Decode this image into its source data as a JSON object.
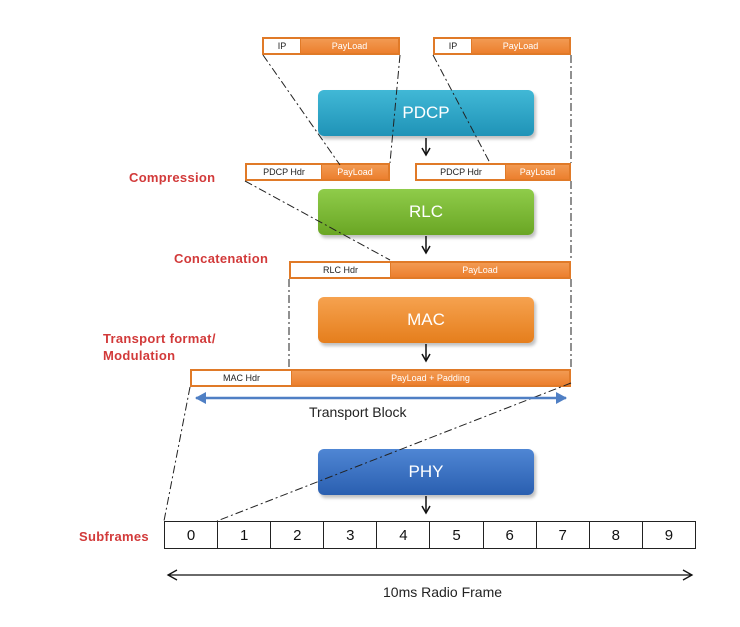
{
  "ip_packet_1": {
    "header": "IP",
    "payload": "PayLoad"
  },
  "ip_packet_2": {
    "header": "IP",
    "payload": "PayLoad"
  },
  "pdcp_pdu_1": {
    "header": "PDCP Hdr",
    "payload": "PayLoad"
  },
  "pdcp_pdu_2": {
    "header": "PDCP Hdr",
    "payload": "PayLoad"
  },
  "rlc_pdu": {
    "header": "RLC Hdr",
    "payload": "PayLoad"
  },
  "mac_pdu": {
    "header": "MAC Hdr",
    "payload": "PayLoad + Padding"
  },
  "layers": {
    "pdcp": "PDCP",
    "rlc": "RLC",
    "mac": "MAC",
    "phy": "PHY"
  },
  "side_labels": {
    "compression": "Compression",
    "concatenation": "Concatenation",
    "transport_line1": "Transport format/",
    "transport_line2": "Modulation",
    "subframes": "Subframes"
  },
  "transport_block_label": "Transport Block",
  "radio_frame_label": "10ms Radio Frame",
  "subframe_numbers": [
    "0",
    "1",
    "2",
    "3",
    "4",
    "5",
    "6",
    "7",
    "8",
    "9"
  ],
  "colors": {
    "accent_orange": "#ec7f2e",
    "label_red": "#d23a3a",
    "arrow_blue": "#4f7fc4"
  }
}
